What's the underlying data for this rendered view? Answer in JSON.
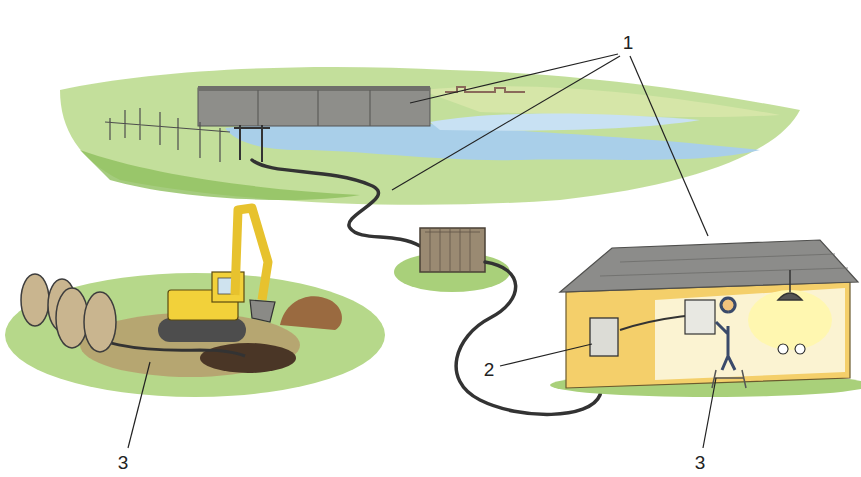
{
  "diagram": {
    "labels": [
      "1",
      "2",
      "3",
      "3"
    ]
  }
}
